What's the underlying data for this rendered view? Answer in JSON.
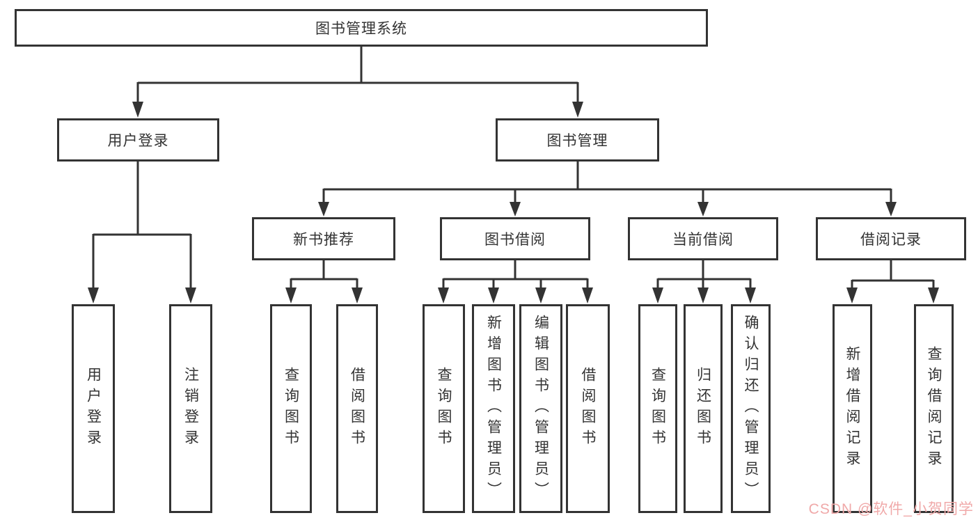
{
  "colors": {
    "line": "#333333",
    "box_border": "#333333",
    "text": "#333333",
    "watermark": "#f0a9a9",
    "background": "#ffffff"
  },
  "tree": {
    "root": "图书管理系统",
    "level2": {
      "user_login": "用户登录",
      "book_mgmt": "图书管理"
    },
    "level3": {
      "recommend": "新书推荐",
      "borrow": "图书借阅",
      "current": "当前借阅",
      "records": "借阅记录"
    },
    "leaves": {
      "login": "用户登录",
      "logout": "注销登录",
      "rec_query": "查询图书",
      "rec_borrow": "借阅图书",
      "bor_query": "查询图书",
      "bor_add": "新增图书（管理员）",
      "bor_edit": "编辑图书（管理员）",
      "bor_borrow": "借阅图书",
      "cur_query": "查询图书",
      "cur_return": "归还图书",
      "cur_confirm": "确认归还（管理员）",
      "log_add": "新增借阅记录",
      "log_query": "查询借阅记录"
    }
  },
  "watermark": "CSDN @软件_小贺同学"
}
